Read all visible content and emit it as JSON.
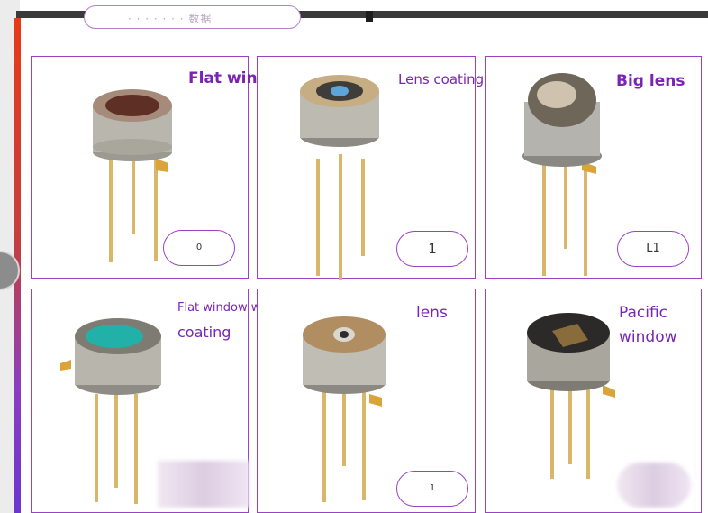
{
  "top_pill_text": "· · · · · · · 数据",
  "cards": [
    {
      "label": "Flat window",
      "badge": "0",
      "cap": "flat-window"
    },
    {
      "label": "Lens coating",
      "badge": "1",
      "cap": "lens-coating"
    },
    {
      "label": "Big lens",
      "badge": "L1",
      "cap": "big-lens"
    },
    {
      "label_line1": "Flat window with",
      "label_line2": "coating",
      "badge": "",
      "cap": "flat-window-coating"
    },
    {
      "label": "lens",
      "badge": "1",
      "cap": "lens"
    },
    {
      "label_line1": "Pacific",
      "label_line2": "window",
      "badge": "",
      "cap": "pacific-window"
    }
  ],
  "colors": {
    "border": "#9a41c4",
    "label": "#7a24b4",
    "lead": "#d8b76a",
    "tab": "#d9a43a"
  }
}
